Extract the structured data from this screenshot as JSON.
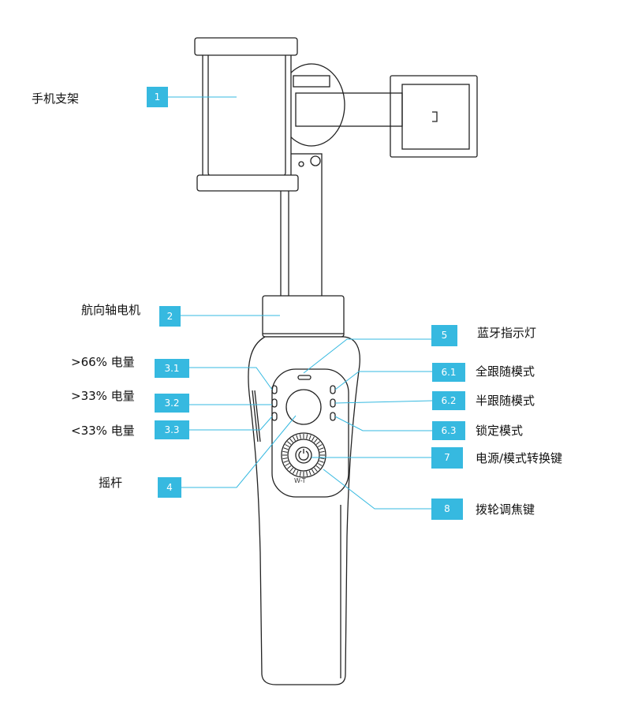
{
  "callouts": [
    {
      "id": "1",
      "label": "手机支架"
    },
    {
      "id": "2",
      "label": "航向轴电机"
    },
    {
      "id": "3.1",
      "label": ">66% 电量"
    },
    {
      "id": "3.2",
      "label": ">33% 电量"
    },
    {
      "id": "3.3",
      "label": "<33% 电量"
    },
    {
      "id": "4",
      "label": "摇杆"
    },
    {
      "id": "5",
      "label": "蓝牙指示灯"
    },
    {
      "id": "6.1",
      "label": "全跟随模式"
    },
    {
      "id": "6.2",
      "label": "半跟随模式"
    },
    {
      "id": "6.3",
      "label": "锁定模式"
    },
    {
      "id": "7",
      "label": "电源/模式转换键"
    },
    {
      "id": "8",
      "label": "拨轮调焦键"
    }
  ],
  "device": {
    "wheel_text": "W-T"
  },
  "colors": {
    "badge": "#36b9e0",
    "line": "#36b9e0",
    "outline": "#222222"
  }
}
